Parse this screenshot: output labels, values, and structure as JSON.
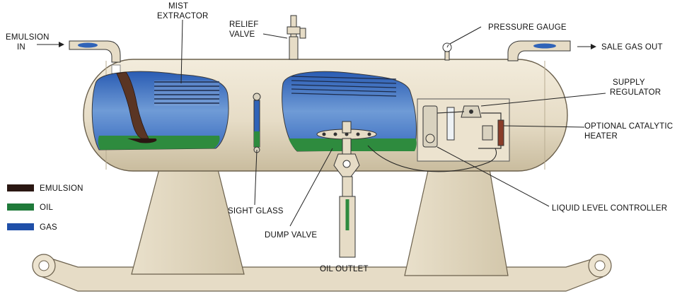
{
  "labels": {
    "emulsion_in_1": "EMULSION",
    "emulsion_in_2": "IN",
    "mist_extractor_1": "MIST",
    "mist_extractor_2": "EXTRACTOR",
    "relief_valve_1": "RELIEF",
    "relief_valve_2": "VALVE",
    "pressure_gauge": "PRESSURE GAUGE",
    "sale_gas_out": "SALE GAS OUT",
    "supply_regulator_1": "SUPPLY",
    "supply_regulator_2": "REGULATOR",
    "catalytic_heater_1": "OPTIONAL CATALYTIC",
    "catalytic_heater_2": "HEATER",
    "sight_glass": "SIGHT GLASS",
    "dump_valve": "DUMP VALVE",
    "liquid_level_controller": "LIQUID LEVEL CONTROLLER",
    "oil_outlet": "OIL OUTLET"
  },
  "legend": [
    {
      "label": "EMULSION",
      "color": "#2a1712"
    },
    {
      "label": "OIL",
      "color": "#1f7a3a"
    },
    {
      "label": "GAS",
      "color": "#1f4fa8"
    }
  ],
  "colors": {
    "vessel": "#e8dfcc",
    "vessel_shade": "#cfc3a8",
    "gas": "#2f63b8",
    "oil": "#2e8b3e",
    "emulsion": "#5a3524"
  }
}
